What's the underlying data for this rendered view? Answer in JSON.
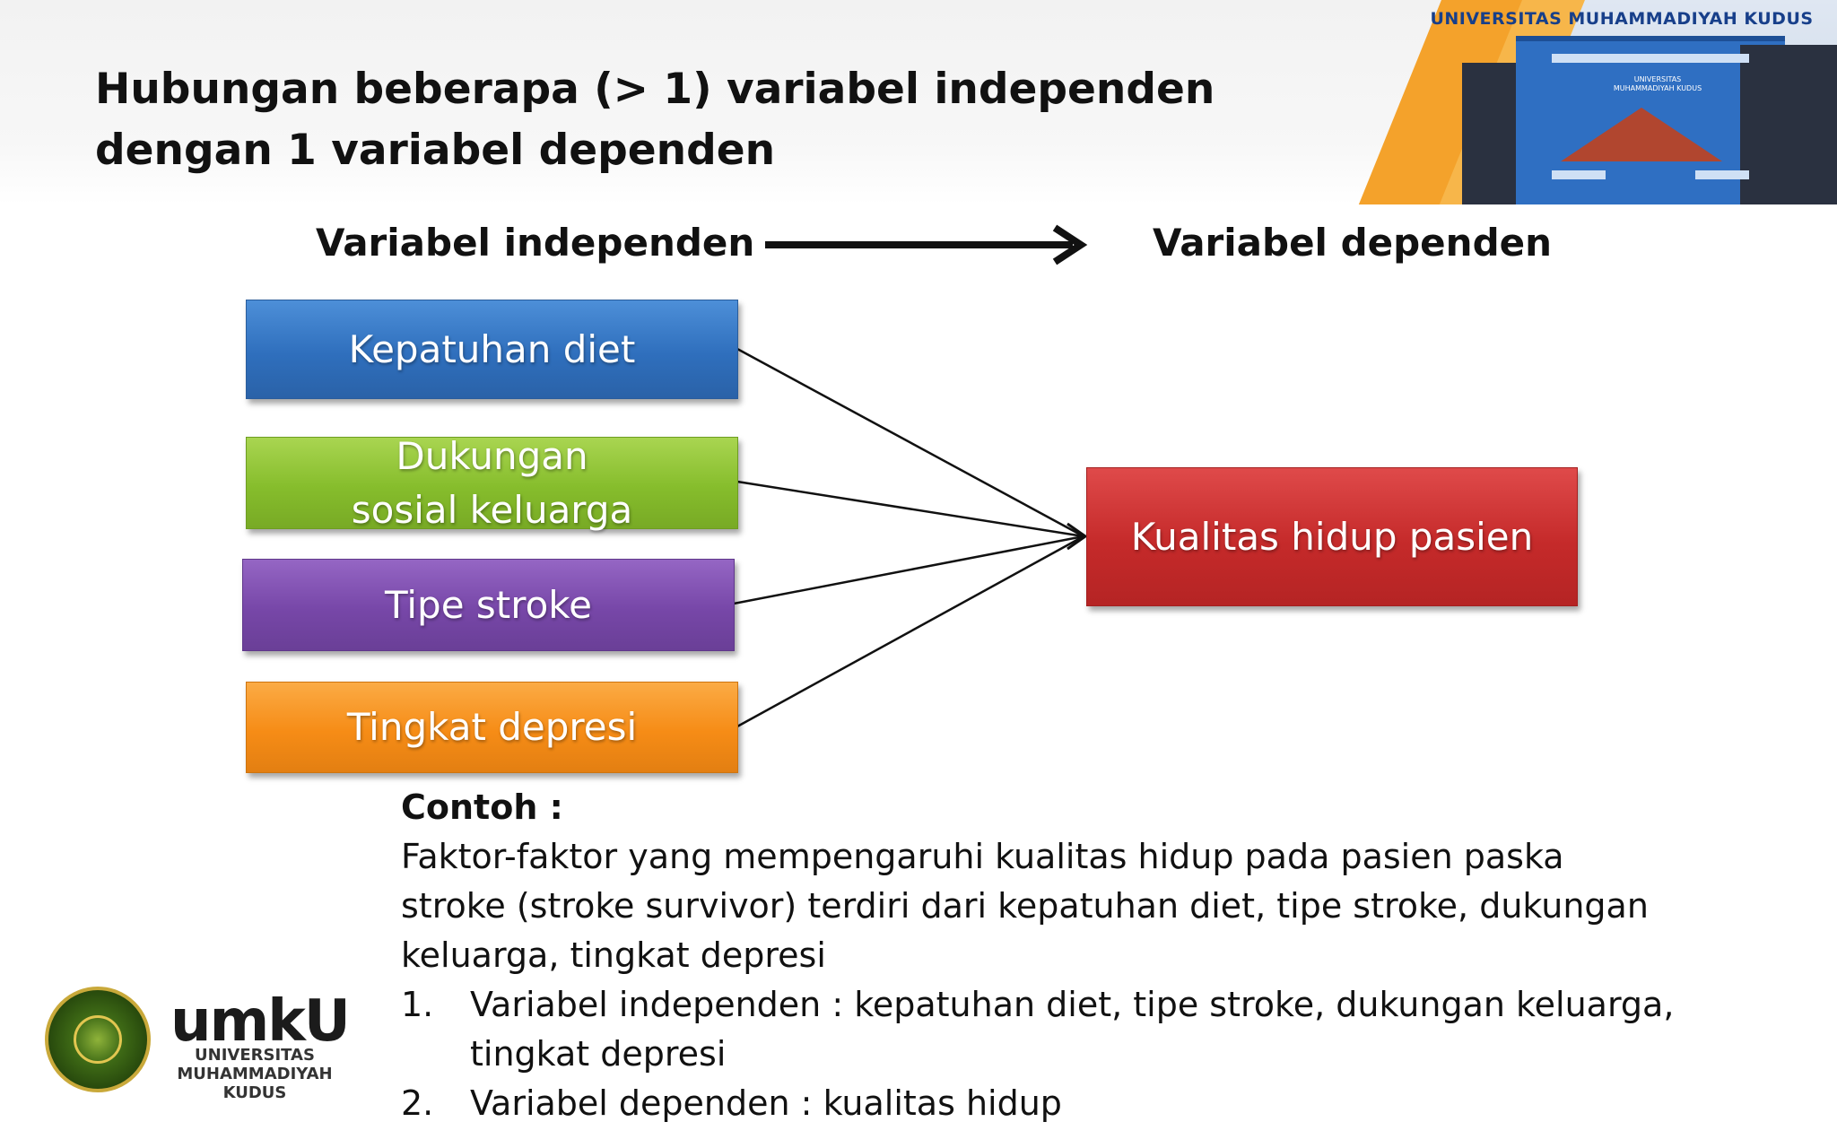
{
  "slide": {
    "title": "Hubungan beberapa (> 1) variabel independen dengan 1 variabel dependen"
  },
  "banner": {
    "campus_name": "UNIVERSITAS MUHAMMADIYAH KUDUS",
    "sign_text": "UNIVERSITAS MUHAMMADIYAH KUDUS"
  },
  "diagram": {
    "independent_header": "Variabel independen",
    "dependent_header": "Variabel dependen",
    "independent_boxes": [
      {
        "label": "Kepatuhan diet",
        "color": "#3a7cc9"
      },
      {
        "label": "Dukungan sosial keluarga",
        "color": "#8bc232"
      },
      {
        "label": "Tipe stroke",
        "color": "#7a4aab"
      },
      {
        "label": "Tingkat depresi",
        "color": "#f68c16"
      }
    ],
    "dependent_box": {
      "label": "Kualitas hidup pasien",
      "color": "#c52a2a"
    }
  },
  "example": {
    "heading": "Contoh :",
    "description": "Faktor-faktor yang mempengaruhi kualitas hidup pada pasien paska stroke (stroke survivor) terdiri dari kepatuhan diet, tipe stroke, dukungan keluarga, tingkat depresi",
    "items": [
      {
        "number": "1.",
        "text": "Variabel independen : kepatuhan diet, tipe stroke, dukungan keluarga, tingkat depresi"
      },
      {
        "number": "2.",
        "text": "Variabel dependen : kualitas hidup"
      }
    ]
  },
  "logo": {
    "mark": "umkU",
    "subtitle": "UNIVERSITAS MUHAMMADIYAH KUDUS"
  }
}
